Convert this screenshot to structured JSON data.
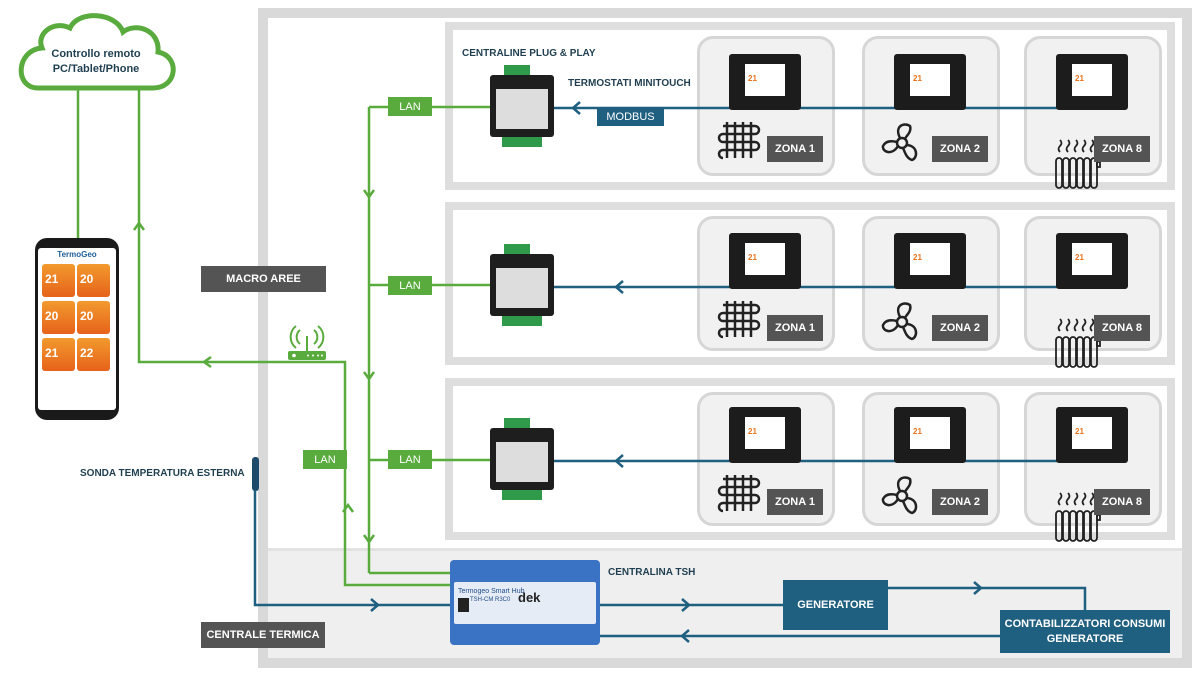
{
  "cloud": {
    "line1": "Controllo remoto",
    "line2": "PC/Tablet/Phone"
  },
  "labels": {
    "centraline": "CENTRALINE PLUG & PLAY",
    "termostati": "TERMOSTATI MINITOUCH",
    "modbus": "MODBUS",
    "macro_aree": "MACRO AREE",
    "sonda": "SONDA TEMPERATURA ESTERNA",
    "centrale_termica": "CENTRALE TERMICA",
    "centralina_tsh": "CENTRALINA TSH",
    "generatore": "GENERATORE",
    "contab1": "CONTABILIZZATORI CONSUMI",
    "contab2": "GENERATORE",
    "lan": "LAN"
  },
  "zones": [
    {
      "label": "ZONA 1",
      "icon": "floor-heating-icon"
    },
    {
      "label": "ZONA 2",
      "icon": "fan-coil-icon"
    },
    {
      "label": "ZONA 8",
      "icon": "radiator-icon"
    }
  ],
  "thermostat_temp": "21",
  "phone": {
    "brand": "TermoGeo",
    "tiles": [
      "21",
      "20",
      "20",
      "20",
      "21",
      "22"
    ]
  },
  "tsh": {
    "name": "Termogeo Smart Hub",
    "model": "TSH-CM R3C0",
    "brand": "dek"
  },
  "colors": {
    "green": "#5aab3e",
    "blue_line": "#1f5f80",
    "dark_box": "#545454",
    "frame": "#d9d9d9",
    "tsh": "#3b73c4"
  }
}
